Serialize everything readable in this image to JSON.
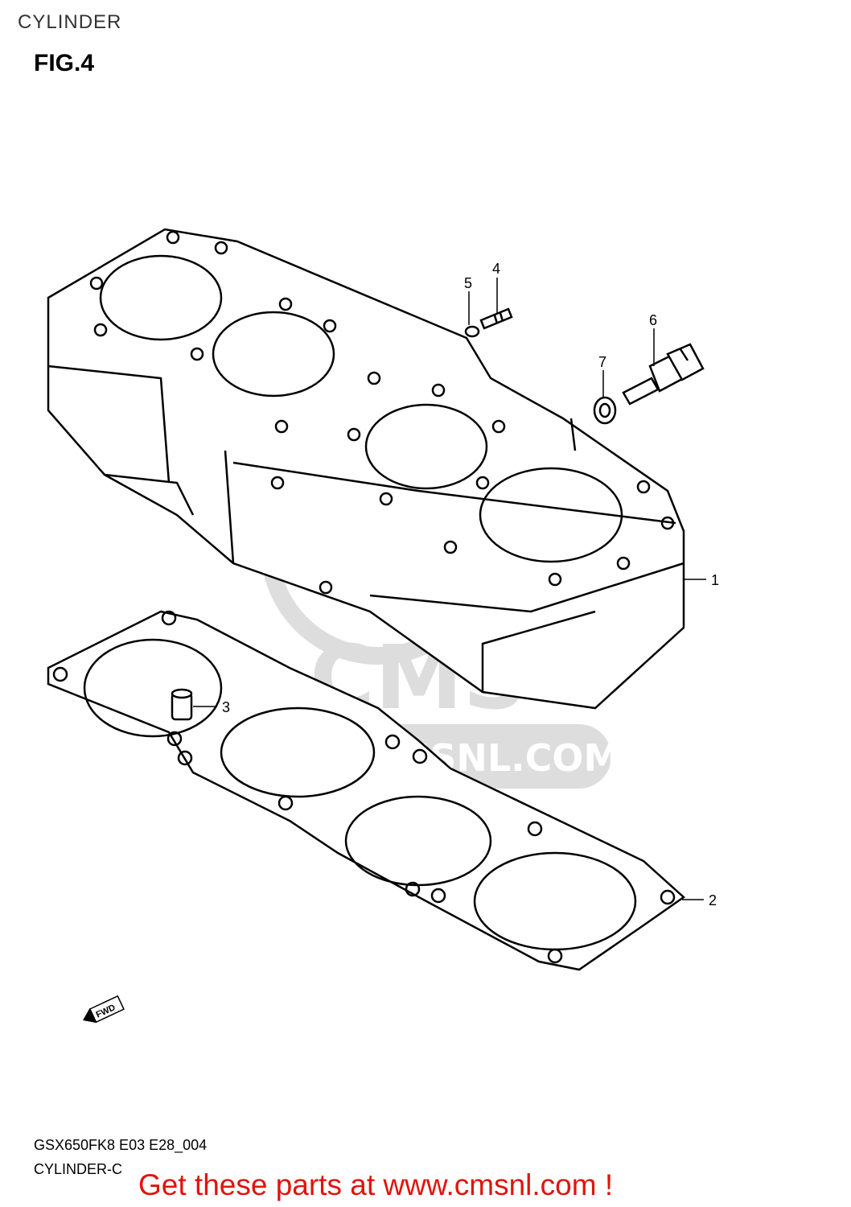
{
  "header": {
    "section_title": "CYLINDER",
    "figure_label": "FIG.4"
  },
  "watermark": {
    "brand": "CMS",
    "url": "WWW.CMSNL.COM"
  },
  "fwd_label": "FWD",
  "parts": [
    {
      "ref": "1"
    },
    {
      "ref": "2"
    },
    {
      "ref": "3"
    },
    {
      "ref": "4"
    },
    {
      "ref": "5"
    },
    {
      "ref": "6"
    },
    {
      "ref": "7"
    }
  ],
  "footer": {
    "model_code": "GSX650FK8 E03 E28_004",
    "diagram_code": "CYLINDER-C",
    "promo_text": "Get these parts at www.cmsnl.com !"
  }
}
